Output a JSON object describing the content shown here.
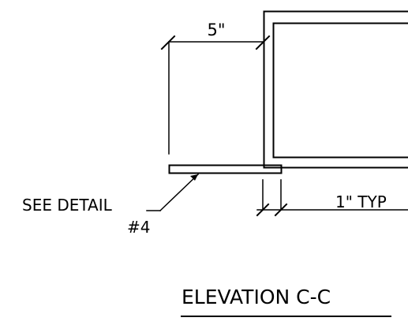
{
  "drawing": {
    "dimension_top": "5\"",
    "dimension_right": "1\" TYP",
    "callout_line1": "SEE DETAIL",
    "callout_line2": "#4",
    "title": "ELEVATION C-C"
  }
}
